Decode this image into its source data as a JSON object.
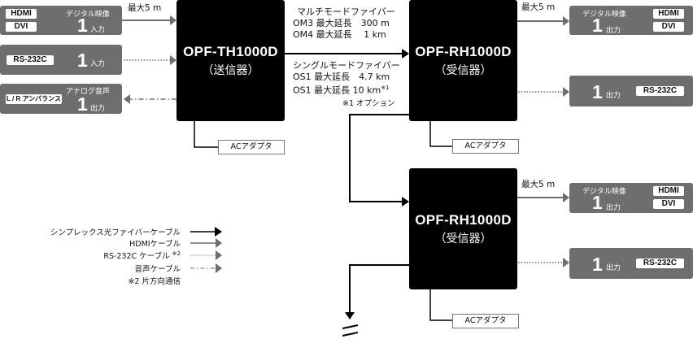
{
  "colors": {
    "device": "#000000",
    "port_box": "#6e6e6e",
    "cable_gray": "#6e6e6e",
    "line_black": "#000000"
  },
  "transmitter": {
    "model": "OPF-TH1000D",
    "role": "（送信器）"
  },
  "receivers": [
    {
      "model": "OPF-RH1000D",
      "role": "（受信器）"
    },
    {
      "model": "OPF-RH1000D",
      "role": "（受信器）"
    }
  ],
  "inputs": [
    {
      "tags": [
        "HDMI",
        "DVI"
      ],
      "caption": "デジタル映像",
      "count": "1",
      "direction": "入力"
    },
    {
      "tags": [
        "RS-232C"
      ],
      "caption": "",
      "count": "1",
      "direction": "入力"
    },
    {
      "tags": [
        "L / R アンバランス"
      ],
      "caption": "アナログ音声",
      "count": "1",
      "direction": "出力"
    }
  ],
  "outputs": [
    {
      "tags": [
        "HDMI",
        "DVI"
      ],
      "caption": "デジタル映像",
      "count": "1",
      "direction": "出力"
    },
    {
      "tags": [
        "RS-232C"
      ],
      "caption": "",
      "count": "1",
      "direction": "出力"
    }
  ],
  "max_distance_label": "最大5 m",
  "fiber_specs": {
    "multimode_title": "マルチモードファイバー",
    "multimode_lines": [
      "OM3 最大延長　300 m",
      "OM4 最大延長　 1 km"
    ],
    "singlemode_title": "シングルモードファイバー",
    "singlemode_lines": [
      "OS1 最大延長　4.7 km",
      "OS1 最大延長 10 km"
    ],
    "footnote_mark": "※1",
    "footnote": "※1 オプション"
  },
  "ac_adapter_label": "ACアダプタ",
  "legend": [
    {
      "label": "シンプレックス光ファイバーケーブル",
      "style": "solid-black"
    },
    {
      "label": "HDMIケーブル",
      "style": "solid-gray"
    },
    {
      "label": "RS-232C ケーブル",
      "note": "※2",
      "style": "dotted-gray"
    },
    {
      "label": "音声ケーブル",
      "style": "dashdot-gray"
    }
  ],
  "legend_note": "※2 片方向通信"
}
